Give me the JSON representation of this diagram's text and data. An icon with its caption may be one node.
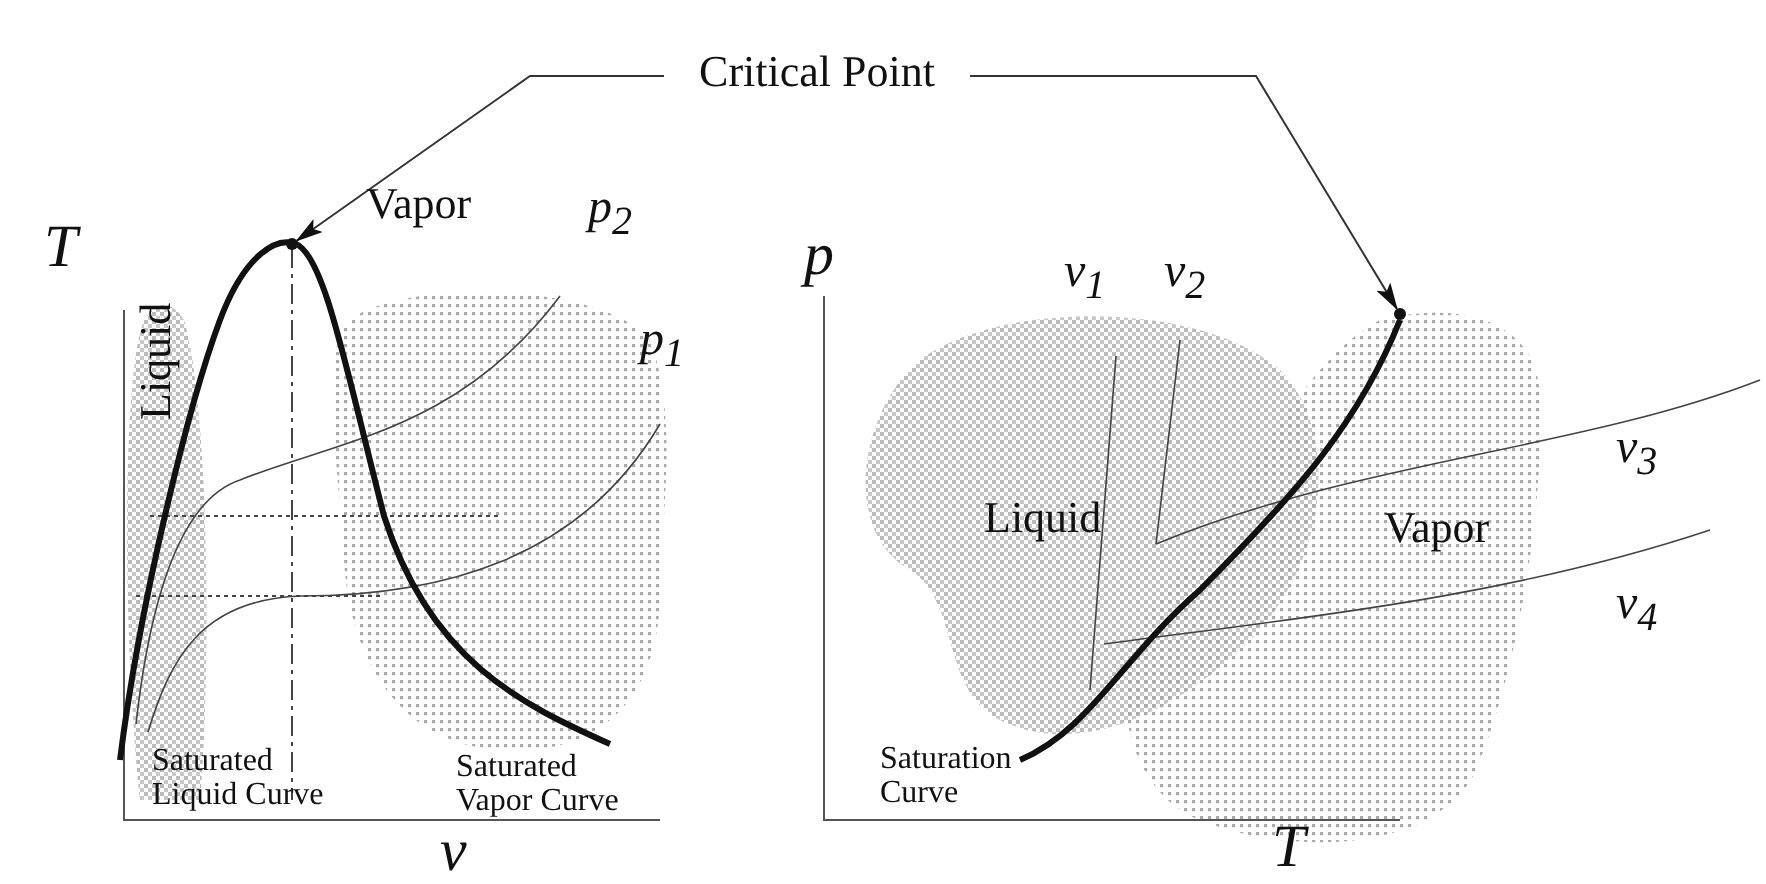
{
  "diagram": {
    "nodes": [
      {
        "text": [
          "Critical Point"
        ]
      },
      {
        "text": [],
        "shape": "point"
      },
      {
        "text": [],
        "shape": "point"
      }
    ],
    "edges": [
      {
        "from": 0,
        "to": 1,
        "arrow": "to"
      },
      {
        "from": 0,
        "to": 2,
        "arrow": "to"
      }
    ],
    "labels": [
      "T",
      "Liquid",
      "Vapor",
      "p$_{2}$",
      "p$_{1}$",
      "Saturated Liquid Curve",
      "Saturated Vapor Curve",
      "v",
      "p",
      "v$_{1}$",
      "v$_{2}$",
      "Liquid",
      "v$_{3}$",
      "Vapor",
      "v$_{4}$",
      "Saturation Curve",
      "T"
    ]
  }
}
